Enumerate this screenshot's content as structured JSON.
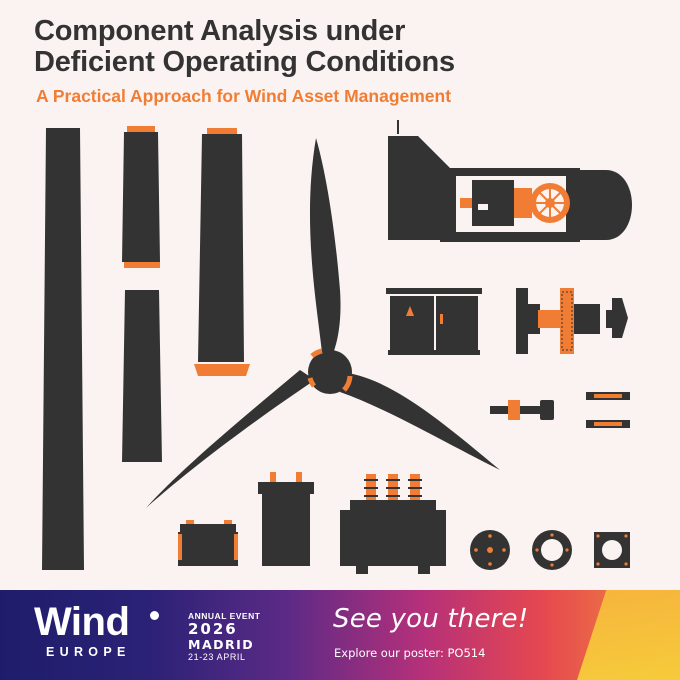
{
  "title_line1": "Component Analysis under",
  "title_line2": "Deficient Operating Conditions",
  "subtitle": "A Practical Approach for Wind Asset Management",
  "colors": {
    "background": "#fbf3f1",
    "dark": "#333333",
    "accent": "#f07d33",
    "banner_start": "#1f1d6b",
    "banner_end": "#f2913b"
  },
  "illustration_icons": [
    "tower-section-icon",
    "rotor-blade-icon",
    "nacelle-icon",
    "gearbox-icon",
    "switch-cabinet-icon",
    "main-shaft-icon",
    "bolt-icon",
    "battery-icon",
    "capacitor-icon",
    "transformer-icon",
    "flange-icon",
    "bearing-icon",
    "coupling-plate-icon"
  ],
  "banner": {
    "logo_word": "Wind",
    "logo_region": "EUROPE",
    "event_label": "ANNUAL EVENT",
    "event_year": "2026",
    "event_city": "MADRID",
    "event_dates": "21-23 APRIL",
    "cta": "See you there!",
    "poster_text": "Explore our poster: PO514"
  }
}
